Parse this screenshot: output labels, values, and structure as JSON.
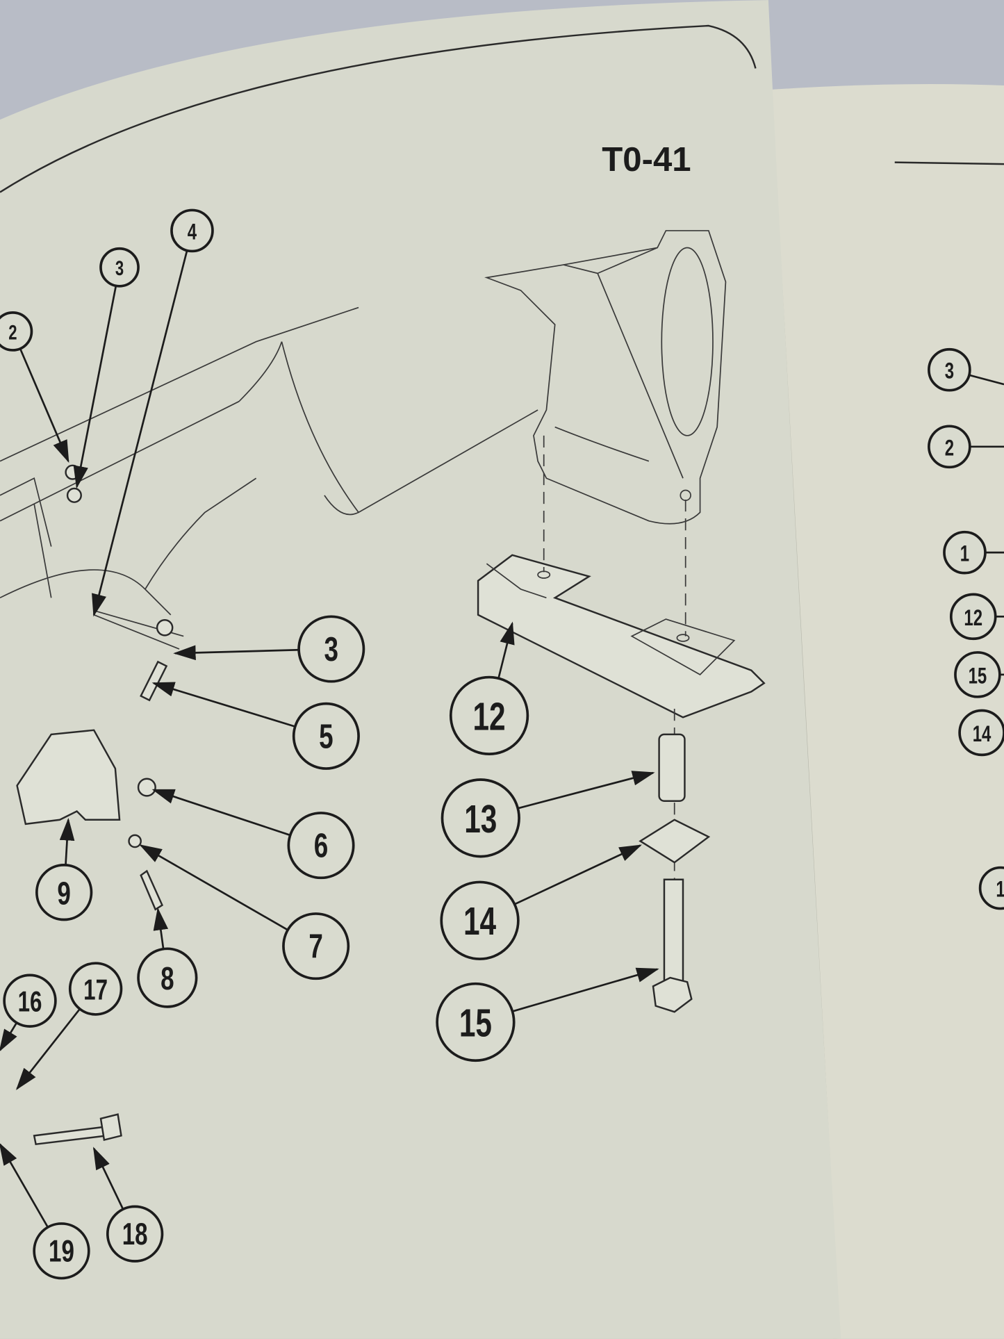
{
  "page": {
    "page_number": "T0-41"
  },
  "left_page_callouts": [
    "2",
    "3",
    "4",
    "3",
    "5",
    "6",
    "7",
    "8",
    "9",
    "16",
    "17",
    "18",
    "19"
  ],
  "main_callouts": [
    "12",
    "13",
    "14",
    "15"
  ],
  "adjacent_page_callouts": [
    "3",
    "2",
    "1",
    "12",
    "15",
    "14",
    "1"
  ],
  "colors": {
    "paper": "#d7d9cd",
    "adjacent_paper": "#dcdccf",
    "background": "#b8bcc6",
    "ink": "#1c1c1c"
  }
}
